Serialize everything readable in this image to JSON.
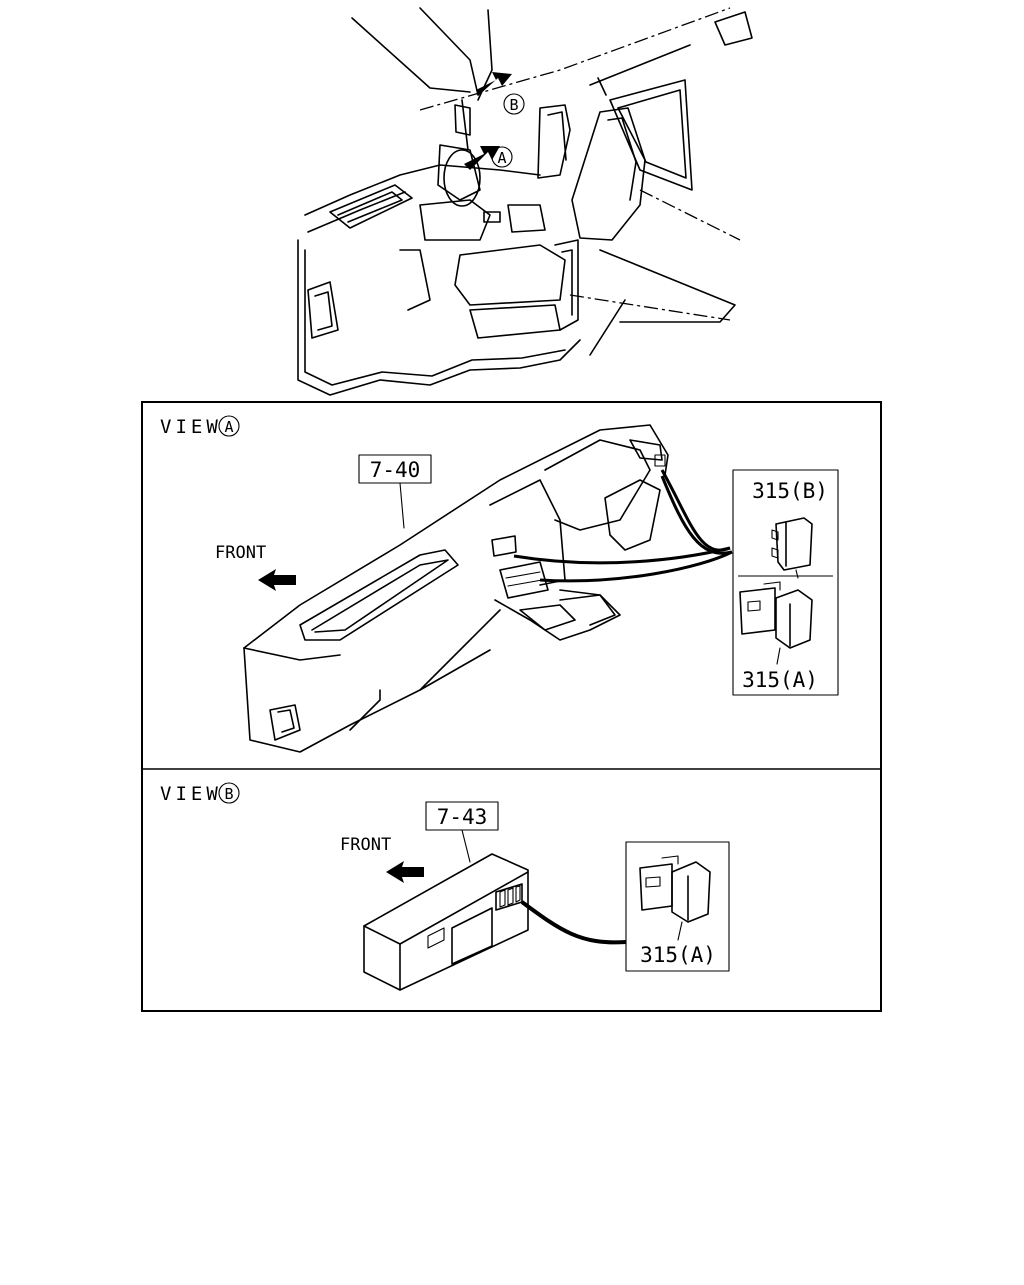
{
  "overview": {
    "callout_b": "B",
    "callout_a": "A"
  },
  "view_a": {
    "title": "VIEW",
    "circle_letter": "A",
    "front_label": "FRONT",
    "part_ref": "7-40",
    "part_upper": "315(B)",
    "part_lower": "315(A)"
  },
  "view_b": {
    "title": "VIEW",
    "circle_letter": "B",
    "front_label": "FRONT",
    "part_ref": "7-43",
    "part": "315(A)"
  }
}
